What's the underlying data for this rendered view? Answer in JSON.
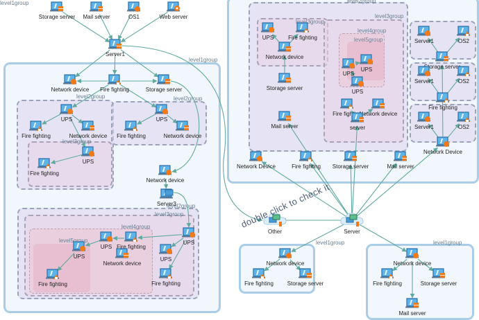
{
  "diagram": {
    "hint_text": "double click to check it",
    "colors": {
      "edge": "#5fa9a0",
      "level1_border": "#a9cde6",
      "level1_fill": "#f1f7fd",
      "monitor_frame": "#2a6ea8",
      "monitor_screen": "#5eb3e8",
      "badge_orange": "#f07a1a"
    },
    "groups": [
      {
        "id": "L1",
        "level": 1,
        "label": "level1group"
      },
      {
        "id": "L1a",
        "level": 2,
        "label": "level2group"
      },
      {
        "id": "L1b",
        "level": 2,
        "label": "level2group"
      },
      {
        "id": "L1a3",
        "level": 3,
        "label": "level3group"
      },
      {
        "id": "L1c",
        "level": 2,
        "label": "level2group"
      },
      {
        "id": "L1c3",
        "level": 3,
        "label": "level3group"
      },
      {
        "id": "L1c4",
        "level": 4,
        "label": "level4group"
      },
      {
        "id": "L1c5",
        "level": 5,
        "label": "level5group"
      },
      {
        "id": "R1",
        "level": 1,
        "label": "level1group"
      },
      {
        "id": "R2",
        "level": 2,
        "label": "level2group"
      },
      {
        "id": "R3a",
        "level": 3,
        "label": "level3group"
      },
      {
        "id": "R3b",
        "level": 3,
        "label": "level3group"
      },
      {
        "id": "R4",
        "level": 4,
        "label": "level4group"
      },
      {
        "id": "R5",
        "level": 5,
        "label": "level5group"
      },
      {
        "id": "RS1",
        "level": 2,
        "label": ""
      },
      {
        "id": "RS2",
        "level": 2,
        "label": ""
      },
      {
        "id": "RS3",
        "level": 2,
        "label": ""
      },
      {
        "id": "B1",
        "level": 1,
        "label": "level1group"
      },
      {
        "id": "B2",
        "level": 1,
        "label": "level1group"
      }
    ],
    "nodes": [
      {
        "id": "n_storage_top",
        "label": "Storage server",
        "badge": "storage"
      },
      {
        "id": "n_mail_top",
        "label": "Mail server",
        "badge": "mail"
      },
      {
        "id": "n_os1",
        "label": "OS1",
        "badge": "shield"
      },
      {
        "id": "n_web",
        "label": "Web server",
        "badge": "web"
      },
      {
        "id": "n_server1",
        "label": "Server1",
        "badge": "storage"
      },
      {
        "id": "n_l1_net",
        "label": "Network device",
        "badge": "shield"
      },
      {
        "id": "n_l1_fire",
        "label": "Fire fighting",
        "badge": "fire"
      },
      {
        "id": "n_l1_stor",
        "label": "Storage server",
        "badge": "storage"
      },
      {
        "id": "n_a_ups",
        "label": "UPS",
        "badge": "shield"
      },
      {
        "id": "n_a_fire",
        "label": "Fire fighting",
        "badge": "fire"
      },
      {
        "id": "n_a_net",
        "label": "Network device",
        "badge": "storage"
      },
      {
        "id": "n_a3_ups",
        "label": "UPS",
        "badge": "shield"
      },
      {
        "id": "n_a3_fire",
        "label": "Fire fighting",
        "badge": "fire"
      },
      {
        "id": "n_b_ups",
        "label": "UPS",
        "badge": "shield"
      },
      {
        "id": "n_b_fire",
        "label": "Fire fighting",
        "badge": "fire"
      },
      {
        "id": "n_b_net",
        "label": "Network device",
        "badge": "storage"
      },
      {
        "id": "n_l1_net2",
        "label": "Network device",
        "badge": "shield"
      },
      {
        "id": "n_server3",
        "label": "Server3",
        "badge": "pc"
      },
      {
        "id": "n_c_ups_edge",
        "label": "UPS",
        "badge": "shield"
      },
      {
        "id": "n_c4_fire",
        "label": "Fire fighting",
        "badge": "fire"
      },
      {
        "id": "n_c4_ups",
        "label": "UPS",
        "badge": "shield"
      },
      {
        "id": "n_c4_net",
        "label": "Network device",
        "badge": "storage"
      },
      {
        "id": "n_c5_ups",
        "label": "UPS",
        "badge": "shield"
      },
      {
        "id": "n_c5_fire",
        "label": "Fire fighting",
        "badge": "fire"
      },
      {
        "id": "n_c3_ups",
        "label": "UPS",
        "badge": "shield"
      },
      {
        "id": "n_c3_fire",
        "label": "Fire fighting",
        "badge": "fire"
      },
      {
        "id": "n_r3a_ups",
        "label": "UPS",
        "badge": "shield"
      },
      {
        "id": "n_r3a_fire",
        "label": "Fire fighting",
        "badge": "fire"
      },
      {
        "id": "n_r3a_net",
        "label": "Network device",
        "badge": "storage"
      },
      {
        "id": "n_r_stor",
        "label": "Storage server",
        "badge": "storage"
      },
      {
        "id": "n_r_mail",
        "label": "Mail server",
        "badge": "storage"
      },
      {
        "id": "n_r5_ups",
        "label": "UPS",
        "badge": "shield"
      },
      {
        "id": "n_r4_ups",
        "label": "UPS",
        "badge": "shield"
      },
      {
        "id": "n_r3b_ups",
        "label": "UPS",
        "badge": "shield"
      },
      {
        "id": "n_r3b_fire",
        "label": "Fire fighting",
        "badge": "fire"
      },
      {
        "id": "n_r3b_net",
        "label": "Network device",
        "badge": "storage"
      },
      {
        "id": "n_r3b_server",
        "label": "server",
        "badge": "storage"
      },
      {
        "id": "n_s1_server",
        "label": "Server1",
        "badge": "shield"
      },
      {
        "id": "n_s1_os2",
        "label": "OS2",
        "badge": "fire"
      },
      {
        "id": "n_s_stor",
        "label": "Storage server",
        "badge": "storage"
      },
      {
        "id": "n_s2_server",
        "label": "Server1",
        "badge": "shield"
      },
      {
        "id": "n_s2_os2",
        "label": "OS2",
        "badge": "fire"
      },
      {
        "id": "n_s_fire",
        "label": "Fire fighting",
        "badge": "fire"
      },
      {
        "id": "n_s3_server",
        "label": "Server1",
        "badge": "shield"
      },
      {
        "id": "n_s3_os2",
        "label": "OS2",
        "badge": "fire"
      },
      {
        "id": "n_s_netdev",
        "label": "Network Device",
        "badge": "shield"
      },
      {
        "id": "n_r_netdev",
        "label": "Network Device",
        "badge": "shield"
      },
      {
        "id": "n_r_fire",
        "label": "Fire fighting",
        "badge": "fire"
      },
      {
        "id": "n_r_stor2",
        "label": "Storage server",
        "badge": "storage"
      },
      {
        "id": "n_r_mail2",
        "label": "Mail server",
        "badge": "mail"
      },
      {
        "id": "n_cloud_other",
        "label": "Other",
        "badge": "cloud"
      },
      {
        "id": "n_cloud_server",
        "label": "Server",
        "badge": "cloud"
      },
      {
        "id": "n_b1_net",
        "label": "Network device",
        "badge": "shield"
      },
      {
        "id": "n_b1_fire",
        "label": "Fire fighting",
        "badge": "fire"
      },
      {
        "id": "n_b1_stor",
        "label": "Storage server",
        "badge": "storage"
      },
      {
        "id": "n_b2_net",
        "label": "Network device",
        "badge": "shield"
      },
      {
        "id": "n_b2_fire",
        "label": "Fire fighting",
        "badge": "fire"
      },
      {
        "id": "n_b2_stor",
        "label": "Storage server",
        "badge": "storage"
      },
      {
        "id": "n_b2_mail",
        "label": "Mail server",
        "badge": "mail"
      }
    ],
    "edges": [
      [
        "n_storage_top",
        "n_server1"
      ],
      [
        "n_mail_top",
        "n_server1"
      ],
      [
        "n_os1",
        "n_server1"
      ],
      [
        "n_web",
        "n_server1"
      ],
      [
        "n_server1",
        "n_l1_net"
      ],
      [
        "n_server1",
        "n_l1_fire"
      ],
      [
        "n_server1",
        "n_l1_stor"
      ],
      [
        "n_l1_fire",
        "n_l1_net"
      ],
      [
        "n_l1_fire",
        "n_l1_stor"
      ],
      [
        "n_l1_fire",
        "n_a_ups"
      ],
      [
        "n_l1_fire",
        "n_b_ups"
      ],
      [
        "n_a_ups",
        "n_a_fire"
      ],
      [
        "n_a_ups",
        "n_a_net"
      ],
      [
        "n_a_ups",
        "n_a3_ups"
      ],
      [
        "n_a3_ups",
        "n_a3_fire"
      ],
      [
        "n_b_ups",
        "n_b_fire"
      ],
      [
        "n_b_ups",
        "n_b_net"
      ],
      [
        "n_l1_stor",
        "n_l1_net2"
      ],
      [
        "n_l1_net2",
        "n_server3"
      ],
      [
        "n_server3",
        "n_c_ups_edge"
      ],
      [
        "n_c_ups_edge",
        "n_c4_fire"
      ],
      [
        "n_c_ups_edge",
        "n_c3_ups"
      ],
      [
        "n_c_ups_edge",
        "n_c3_fire"
      ],
      [
        "n_c4_fire",
        "n_c4_ups"
      ],
      [
        "n_c4_ups",
        "n_c5_ups"
      ],
      [
        "n_c5_ups",
        "n_c5_fire"
      ],
      [
        "n_server1",
        "n_cloud_other"
      ],
      [
        "n_r3a_net",
        "n_r3a_ups"
      ],
      [
        "n_r3a_net",
        "n_r3a_fire"
      ],
      [
        "n_r_stor",
        "n_r3a_net"
      ],
      [
        "n_r4_ups",
        "n_r5_ups"
      ],
      [
        "n_r3b_ups",
        "n_r4_ups"
      ],
      [
        "n_r3b_server",
        "n_r3b_fire"
      ],
      [
        "n_r3b_server",
        "n_r3b_net"
      ],
      [
        "n_s_stor",
        "n_s1_server"
      ],
      [
        "n_s_stor",
        "n_s1_os2"
      ],
      [
        "n_s_fire",
        "n_s2_server"
      ],
      [
        "n_s_fire",
        "n_s2_os2"
      ],
      [
        "n_s_netdev",
        "n_s3_server"
      ],
      [
        "n_s_netdev",
        "n_s3_os2"
      ],
      [
        "n_s_netdev",
        "n_s_stor"
      ],
      [
        "n_cloud_server",
        "n_r_netdev"
      ],
      [
        "n_cloud_server",
        "n_r_fire"
      ],
      [
        "n_cloud_server",
        "n_r_mail"
      ],
      [
        "n_cloud_server",
        "n_r3b_server"
      ],
      [
        "n_cloud_server",
        "n_r_mail2"
      ],
      [
        "n_cloud_server",
        "n_s_netdev"
      ],
      [
        "n_cloud_server",
        "n_r_stor2"
      ],
      [
        "n_cloud_server",
        "n_cloud_other"
      ],
      [
        "n_cloud_server",
        "n_b1_net"
      ],
      [
        "n_cloud_server",
        "n_b2_net"
      ],
      [
        "n_b1_net",
        "n_b1_fire"
      ],
      [
        "n_b1_net",
        "n_b1_stor"
      ],
      [
        "n_b2_net",
        "n_b2_fire"
      ],
      [
        "n_b2_net",
        "n_b2_stor"
      ],
      [
        "n_b2_net",
        "n_b2_mail"
      ]
    ]
  }
}
